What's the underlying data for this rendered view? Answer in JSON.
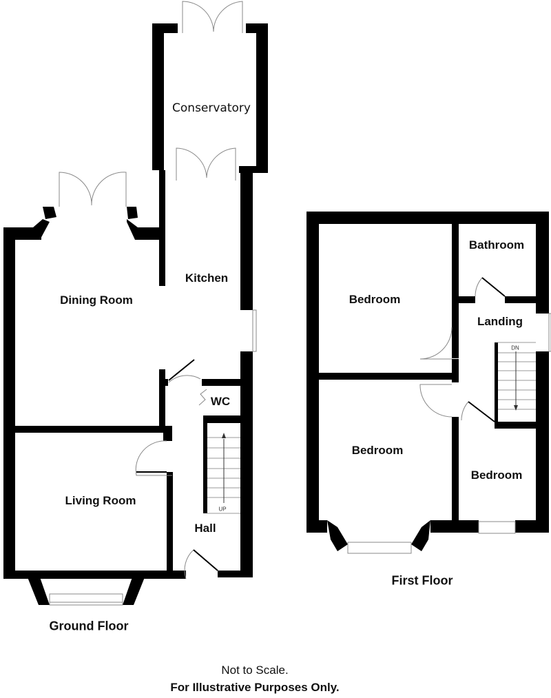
{
  "ground_floor": {
    "title": "Ground Floor",
    "rooms": {
      "conservatory": "Conservatory",
      "kitchen": "Kitchen",
      "dining_room": "Dining Room",
      "wc": "WC",
      "living_room": "Living Room",
      "hall": "Hall"
    },
    "stairs_label": "UP"
  },
  "first_floor": {
    "title": "First Floor",
    "rooms": {
      "bedroom_1": "Bedroom",
      "bathroom": "Bathroom",
      "landing": "Landing",
      "bedroom_2": "Bedroom",
      "bedroom_3": "Bedroom"
    },
    "stairs_label": "DN"
  },
  "footer": {
    "scale_note": "Not to Scale.",
    "disclaimer": "For Illustrative Purposes Only."
  },
  "colors": {
    "wall": "#000000",
    "line": "#888888"
  }
}
